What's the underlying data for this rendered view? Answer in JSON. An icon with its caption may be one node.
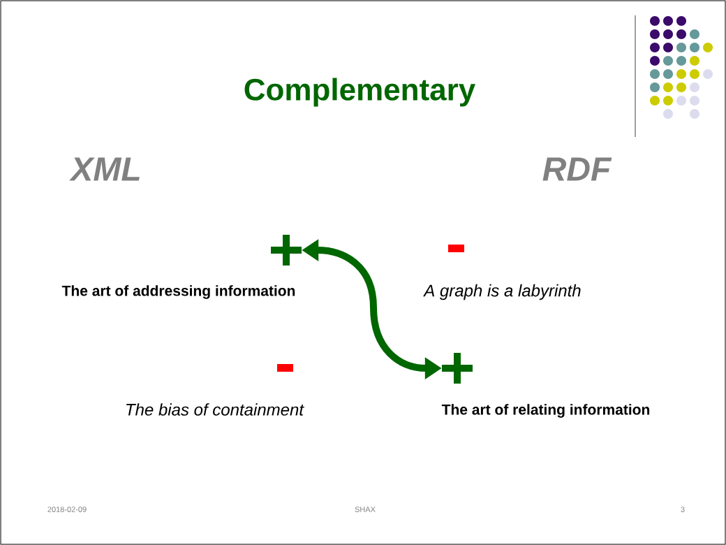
{
  "diagram": {
    "title": "Complementary",
    "nodes": [
      {
        "text": [],
        "shape": "plus"
      },
      {
        "text": [],
        "shape": "plus"
      }
    ],
    "edges": [
      {
        "from": 0,
        "to": 1,
        "arrow": "both"
      }
    ],
    "labels": [
      "XML",
      "RDF",
      "The art of addressing information",
      "A graph is a labyrinth",
      "The bias of containment",
      "The art of relating information",
      "2018-02-09",
      "SHAX",
      "3"
    ]
  }
}
